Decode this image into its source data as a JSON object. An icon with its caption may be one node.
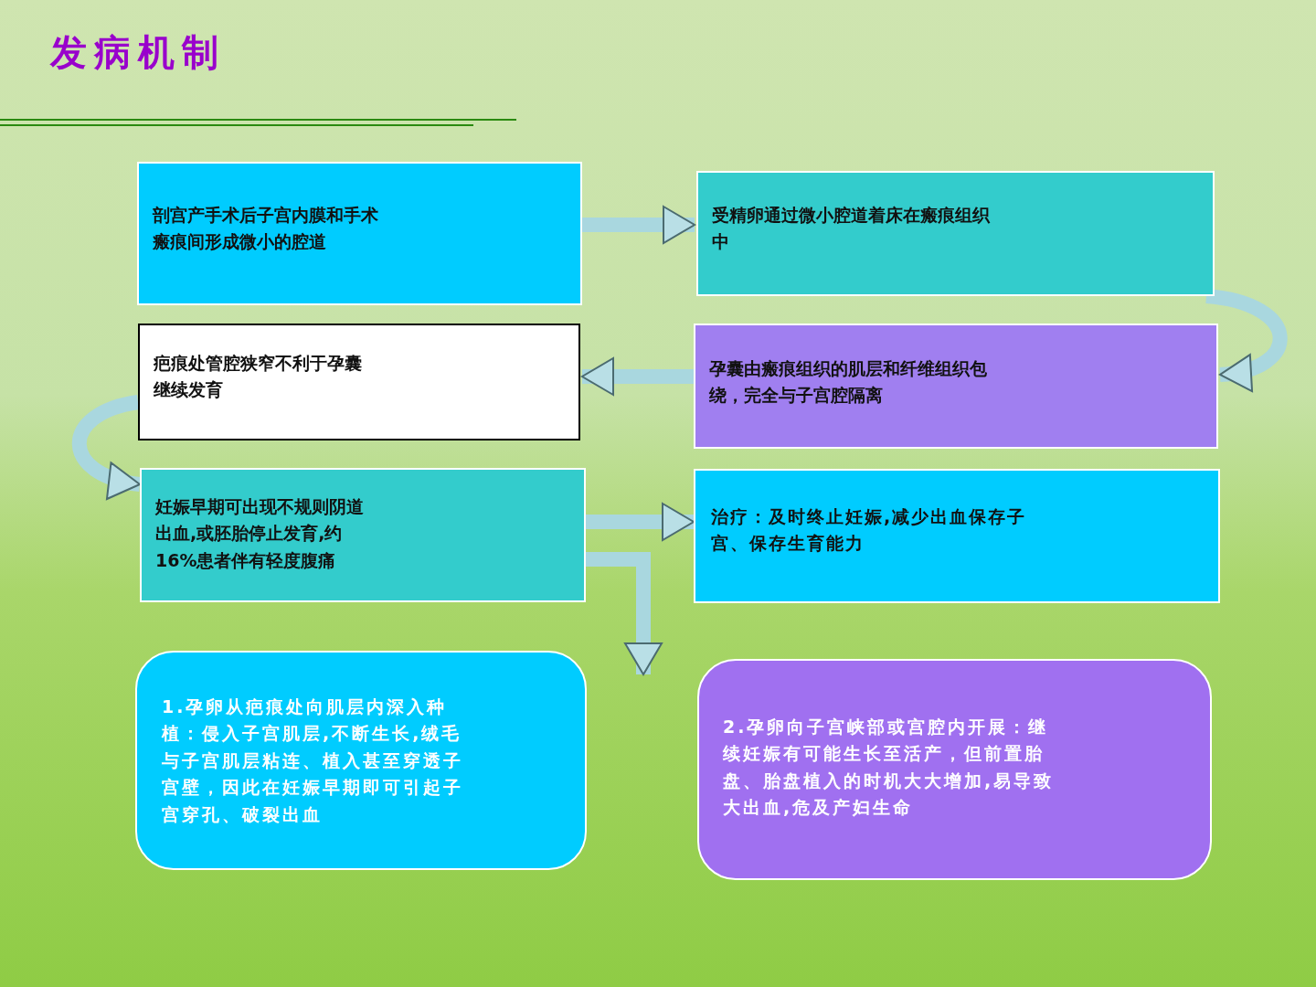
{
  "diagram": {
    "title": "发病机制",
    "nodes": [
      {
        "text": [
          "剖宫产手术后子宫内膜和手术瘢痕间形成微小的腔道"
        ]
      },
      {
        "text": [
          "受精卵通过微小腔道着床在瘢痕组织中"
        ]
      },
      {
        "text": [
          "孕囊由瘢痕组织的肌层和纤维组织包绕，完全与子宫腔隔离"
        ]
      },
      {
        "text": [
          "疤痕处管腔狭窄不利于孕囊继续发育"
        ]
      },
      {
        "text": [
          "妊娠早期可出现不规则阴道出血,或胚胎停止发育,约16%患者伴有轻度腹痛"
        ]
      },
      {
        "text": [
          "治疗：及时终止妊娠,减少出血保存子宫、保存生育能力"
        ]
      },
      {
        "text": [
          "1.孕卵从疤痕处向肌层内深入种植：侵入子宫肌层,不断生长,绒毛与子宫肌层粘连、植入甚至穿透子宫壁，因此在妊娠早期即可引起子宫穿孔、破裂出血"
        ]
      },
      {
        "text": [
          "2.孕卵向子宫峡部或宫腔内开展：继续妊娠有可能生长至活产，但前置胎盘、胎盘植入的时机大大增加,易导致大出血,危及产妇生命"
        ]
      }
    ],
    "edges": [
      {
        "from": 0,
        "to": 1,
        "arrow": "to"
      },
      {
        "from": 1,
        "to": 2,
        "arrow": "to"
      },
      {
        "from": 2,
        "to": 3,
        "arrow": "to"
      },
      {
        "from": 3,
        "to": 4,
        "arrow": "to"
      },
      {
        "from": 4,
        "to": 5,
        "arrow": "to"
      },
      {
        "from": 4,
        "to": 6,
        "arrow": "to"
      }
    ]
  }
}
